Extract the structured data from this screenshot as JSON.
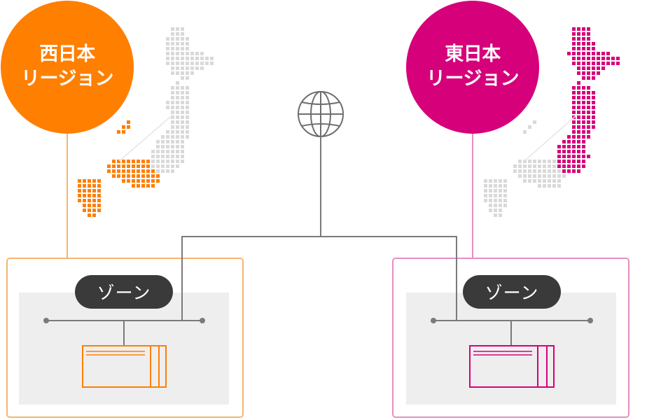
{
  "regions": {
    "west": {
      "line1": "西日本",
      "line2": "リージョン",
      "color": "#ff7f00",
      "border_color": "#f7b46e",
      "zone_label": "ゾーン"
    },
    "east": {
      "line1": "東日本",
      "line2": "リージョン",
      "color": "#d6007b",
      "border_color": "#e58ec3",
      "zone_label": "ゾーン"
    }
  },
  "colors": {
    "zone_fill": "#eeeeee",
    "network_line": "#7a7a7a",
    "map_gray": "#d9d9d9",
    "zone_pill": "#3a3a3a"
  },
  "icons": {
    "internet": "globe-icon",
    "server": "server-icon",
    "map": "japan-map-dots"
  }
}
